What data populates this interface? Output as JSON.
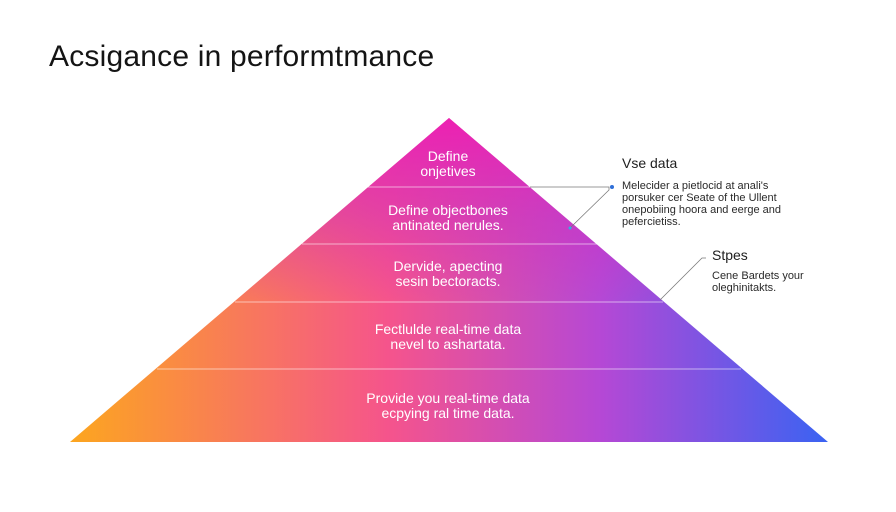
{
  "title": "Acsigance in performtmance",
  "pyramid": {
    "tiers": [
      {
        "line1": "Define",
        "line2": "onjetives"
      },
      {
        "line1": "Define objectbones",
        "line2": "antinated nerules."
      },
      {
        "line1": "Dervide, apecting",
        "line2": "sesin bectoracts."
      },
      {
        "line1": "Fectlulde real-time data",
        "line2": "nevel to ashartata."
      },
      {
        "line1": "Provide you real-time data",
        "line2": "ecpying ral time data."
      }
    ]
  },
  "callouts": [
    {
      "title": "Vse data",
      "lines": [
        "Melecider a pietlocid at anali's",
        "porsuker cer Seate of the Ullent",
        "onepobiing hoora and eerge and",
        "pefercietiss."
      ]
    },
    {
      "title": "Stpes",
      "lines": [
        "Cene Bardets your",
        "oleghinitakts."
      ]
    }
  ],
  "colors": {
    "gradient_left": "#FCA61F",
    "gradient_mid": "#F5548C",
    "gradient_top": "#EE1EB3",
    "gradient_right": "#3A63F2",
    "divider": "#ffffff"
  }
}
